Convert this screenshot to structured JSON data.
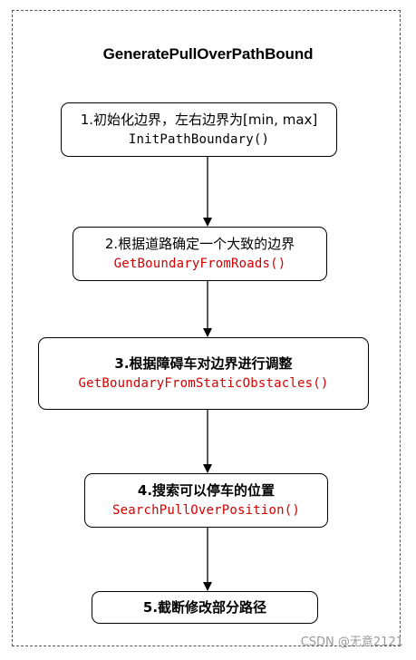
{
  "diagram": {
    "title": "GeneratePullOverPathBound",
    "steps": [
      {
        "label": "1.初始化边界，左右边界为[min, max]",
        "code": "InitPathBoundary()",
        "code_color": "#000000"
      },
      {
        "label": "2.根据道路确定一个大致的边界",
        "code": "GetBoundaryFromRoads()",
        "code_color": "#d40000"
      },
      {
        "label": "3.根据障碍车对边界进行调整",
        "code": "GetBoundaryFromStaticObstacles()",
        "code_color": "#d40000"
      },
      {
        "label": "4.搜索可以停车的位置",
        "code": "SearchPullOverPosition()",
        "code_color": "#d40000"
      },
      {
        "label": "5.截断修改部分路径",
        "code": "",
        "code_color": "#000000"
      }
    ]
  },
  "watermark": "CSDN @无意2121",
  "colors": {
    "code_red": "#d40000",
    "border": "#000000",
    "frame": "#555555"
  }
}
